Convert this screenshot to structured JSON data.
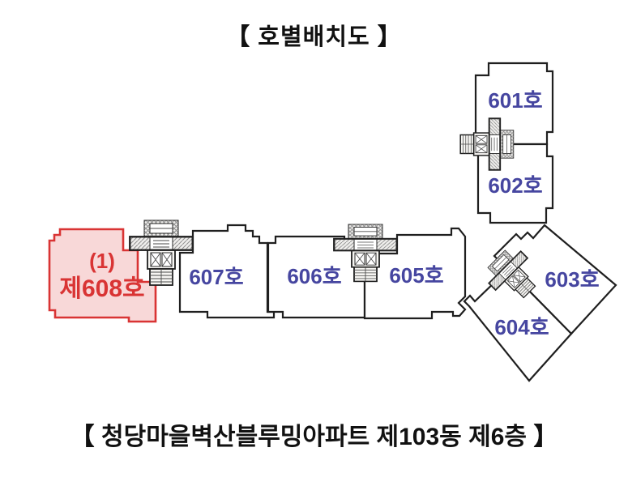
{
  "title": "【  호별배치도  】",
  "caption": "【 청당마을벽산블루밍아파트 제103동 제6층 】",
  "units": [
    {
      "id": "601",
      "label": "601호"
    },
    {
      "id": "602",
      "label": "602호"
    },
    {
      "id": "603",
      "label": "603호"
    },
    {
      "id": "604",
      "label": "604호"
    },
    {
      "id": "605",
      "label": "605호"
    },
    {
      "id": "606",
      "label": "606호"
    },
    {
      "id": "607",
      "label": "607호"
    },
    {
      "id": "608",
      "label": "제608호",
      "sublabel": "(1)",
      "highlighted": true
    }
  ],
  "icons": [
    {
      "name": "elevator-stair-core-icon",
      "count": 4,
      "meaning": "shared stair and elevator core between units"
    }
  ],
  "colors": {
    "background": "#ffffff",
    "outline": "#1f1f1f",
    "unit_label": "#4646a0",
    "highlight_stroke": "#d93434",
    "highlight_fill": "#f8d8d8",
    "core_hatch": "#8f8f8f"
  }
}
